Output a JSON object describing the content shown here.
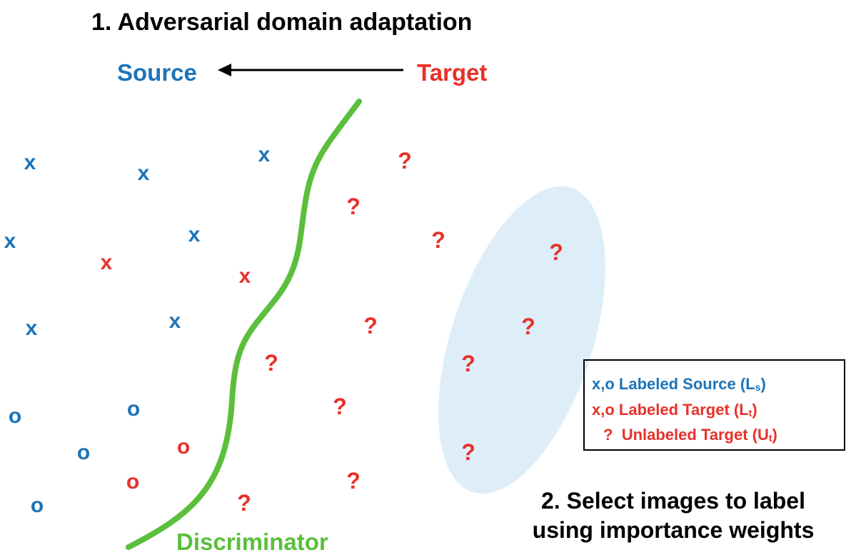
{
  "title": "1. Adversarial domain adaptation",
  "arrow": {
    "source_label": "Source",
    "target_label": "Target"
  },
  "discriminator_label": "Discriminator",
  "colors": {
    "source": "#1c73b8",
    "target": "#e8312a",
    "discriminator": "#5bbf3c",
    "selection": "#ddeef9"
  },
  "legend": {
    "row1": {
      "symbol": "x,o",
      "text": "Labeled Source (L",
      "sub": "s",
      "close": ")"
    },
    "row2": {
      "symbol": "x,o",
      "text": "Labeled Target (L",
      "sub": "t",
      "close": ")"
    },
    "row3": {
      "symbol": "?",
      "text": "Unlabeled Target (U",
      "sub": "t",
      "close": ")"
    }
  },
  "bottom_caption": {
    "line1": "2. Select images to label",
    "line2": "using importance weights"
  },
  "markers": {
    "x": "x",
    "o": "o",
    "q": "?"
  }
}
